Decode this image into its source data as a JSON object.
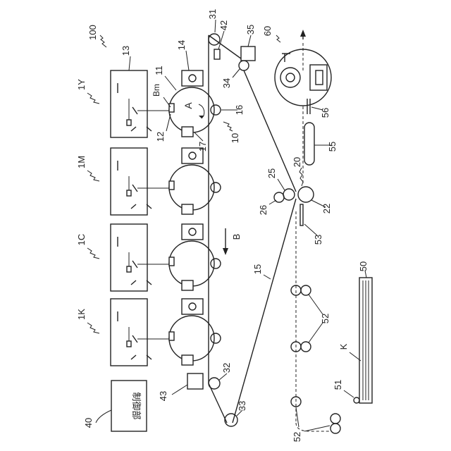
{
  "labels": {
    "device": "100",
    "controller": "40",
    "controller_text": "制御部",
    "unit_y": "1Y",
    "unit_m": "1M",
    "unit_c": "1C",
    "unit_k": "1K",
    "exposure": "13",
    "charger": "14",
    "drum": "11",
    "beam": "Bm",
    "rotation": "A",
    "developer": "12",
    "primary_roller": "16",
    "cleaner_unit": "17",
    "image_station": "10",
    "belt": "15",
    "belt_direction": "B",
    "roller_31": "31",
    "roller_32": "32",
    "roller_33": "33",
    "roller_34": "34",
    "sensor_35": "35",
    "sensor_42": "42",
    "sensor_43": "43",
    "transfer": "20",
    "roller_22": "22",
    "roller_25": "25",
    "roller_26": "26",
    "guide_53": "53",
    "fixing": "60",
    "guide_56": "56",
    "conveyor_55": "55",
    "tray": "50",
    "sheet": "K",
    "pickup_51": "51",
    "rollers_52a": "52",
    "rollers_52b": "52"
  }
}
